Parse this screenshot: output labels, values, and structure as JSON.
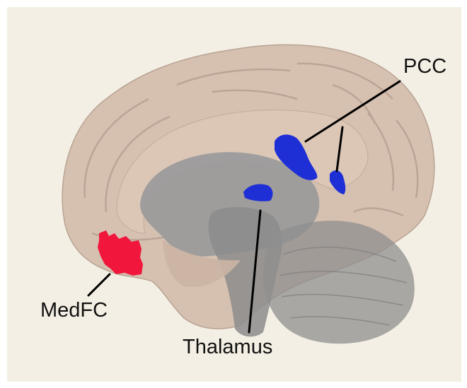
{
  "labels": {
    "pcc": "PCC",
    "medfc": "MedFC",
    "thalamus": "Thalamus"
  },
  "colors": {
    "background": "#f4efe4",
    "cortex": "#d6c0b0",
    "cortex_shadow": "#a8958a",
    "subcortical": "#9a9a9a",
    "cerebellum": "#8f8f8f",
    "region_blue": "#1f2fd6",
    "region_red": "#f0163c",
    "leader_line": "#000000"
  }
}
